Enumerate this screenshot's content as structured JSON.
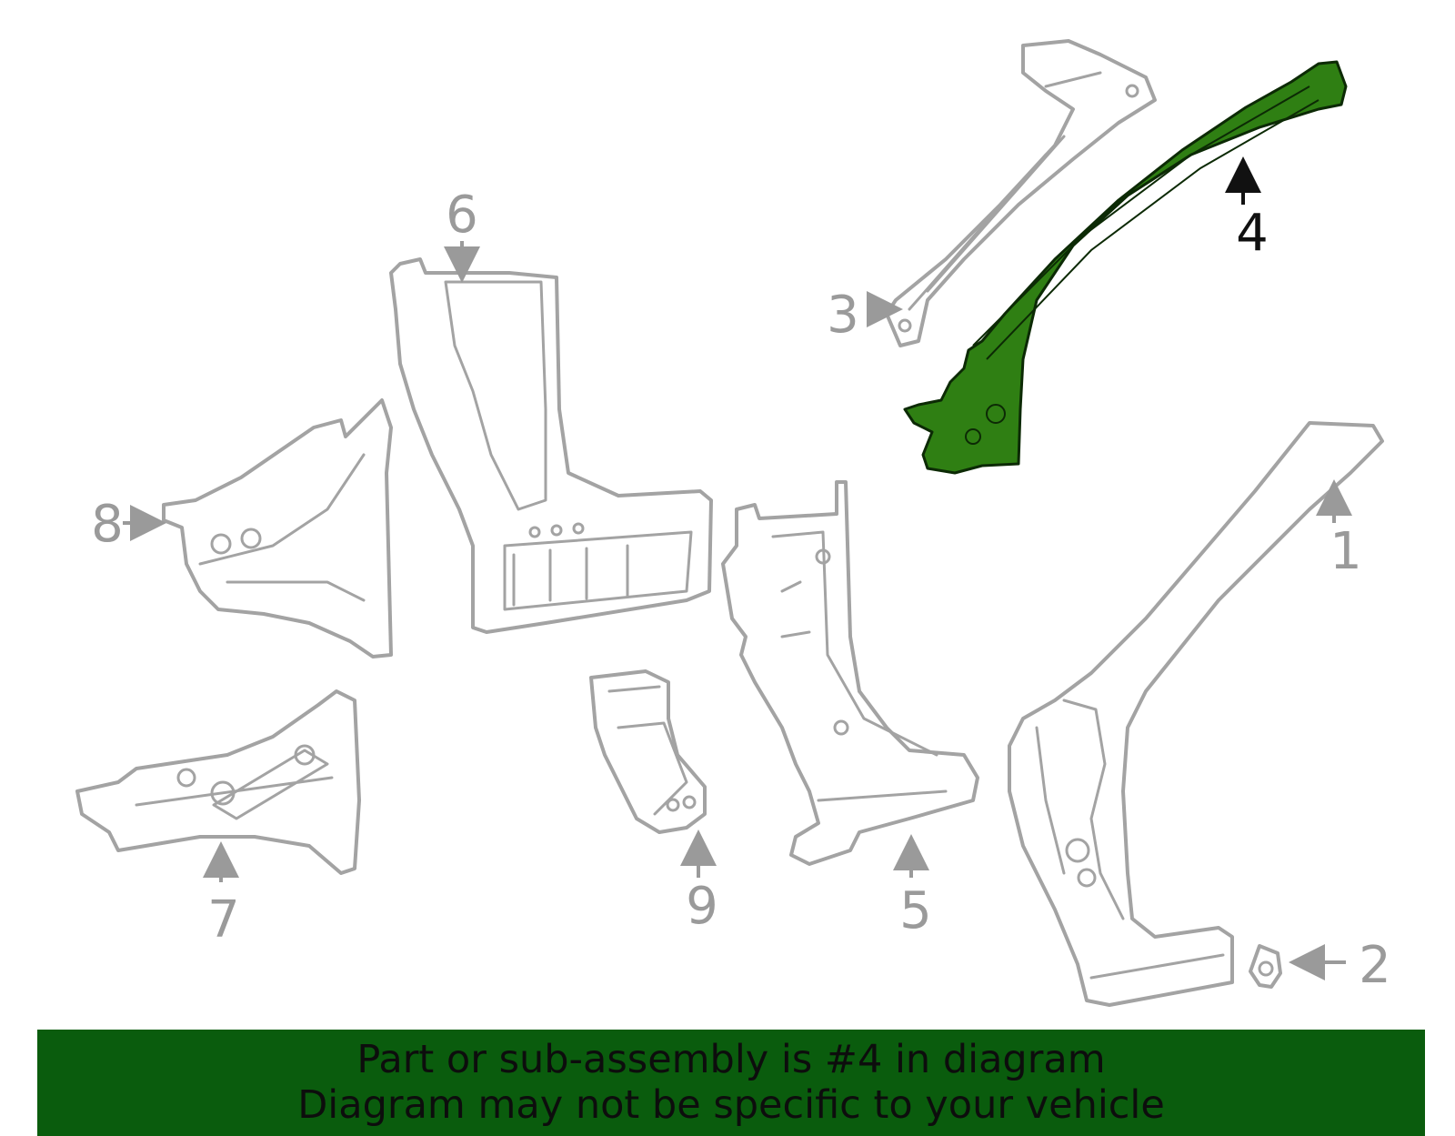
{
  "banner": {
    "line1": "Part or sub-assembly is #4 in diagram",
    "line2": "Diagram may not be specific to your vehicle",
    "background": "#0a5c0d"
  },
  "highlight_color": "#2f7f13",
  "callouts": [
    {
      "id": "1",
      "label": "1"
    },
    {
      "id": "2",
      "label": "2"
    },
    {
      "id": "3",
      "label": "3"
    },
    {
      "id": "4",
      "label": "4",
      "highlighted": true
    },
    {
      "id": "5",
      "label": "5"
    },
    {
      "id": "6",
      "label": "6"
    },
    {
      "id": "7",
      "label": "7"
    },
    {
      "id": "8",
      "label": "8"
    },
    {
      "id": "9",
      "label": "9"
    }
  ]
}
